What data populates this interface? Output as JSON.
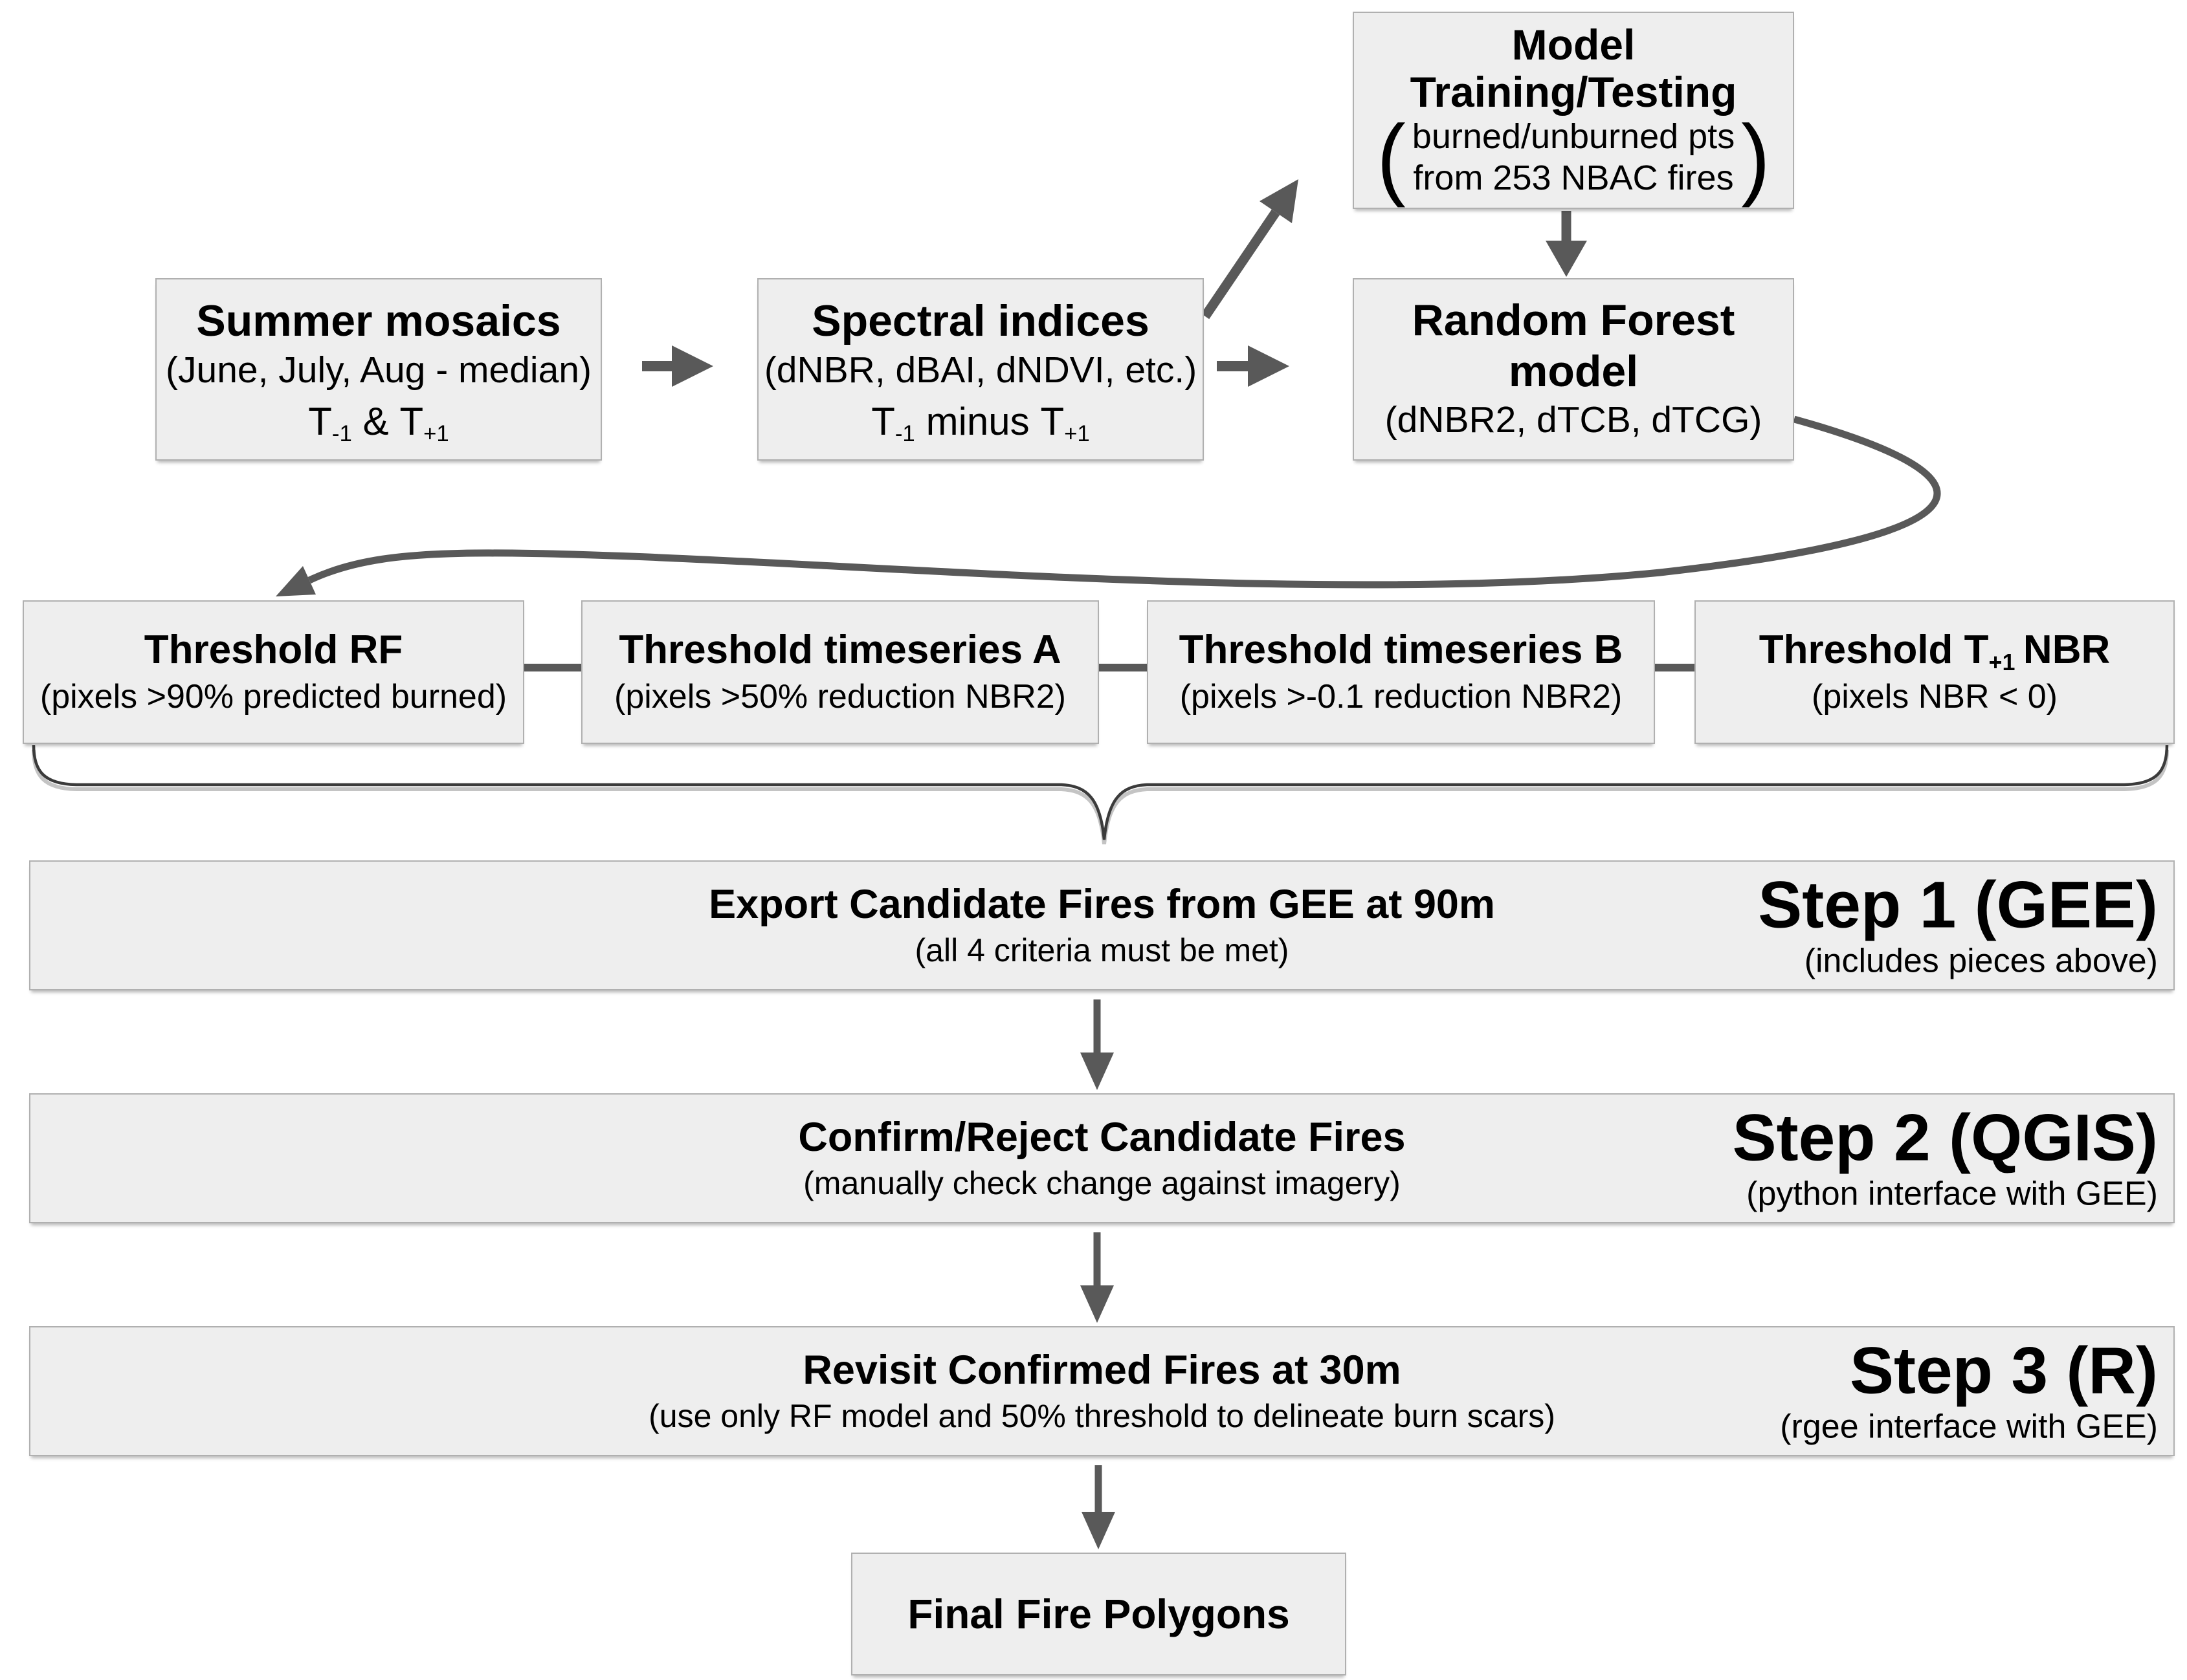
{
  "colors": {
    "box_fill": "#eeeeee",
    "box_border": "#b0b0b0",
    "arrow": "#595959",
    "brace": "#3b3b3b",
    "text": "#000000"
  },
  "row1": {
    "summer": {
      "title": "Summer mosaics",
      "subtitle": "(June, July, Aug - median)",
      "t1": "T",
      "s1": "-1",
      "mid": "&",
      "t2": "T",
      "s2": "+1"
    },
    "spectral": {
      "title": "Spectral indices",
      "subtitle": "(dNBR, dBAI, dNDVI, etc.)",
      "t1": "T",
      "s1": "-1",
      "mid": "minus",
      "t2": "T",
      "s2": "+1"
    },
    "training": {
      "title_line1": "Model",
      "title_line2": "Training/Testing",
      "paren_open": "(",
      "paren_line1": "burned/unburned pts",
      "paren_line2": "from 253 NBAC fires",
      "paren_close": ")"
    },
    "rf": {
      "title": "Random Forest model",
      "subtitle": "(dNBR2, dTCB, dTCG)"
    }
  },
  "thresholds": [
    {
      "title": "Threshold RF",
      "subtitle": "(pixels >90% predicted burned)"
    },
    {
      "title": "Threshold timeseries A",
      "subtitle": "(pixels >50% reduction NBR2)"
    },
    {
      "title": "Threshold timeseries B",
      "subtitle": "(pixels >-0.1 reduction NBR2)"
    },
    {
      "title_pre": "Threshold T",
      "title_sub": "+1",
      "title_post": "NBR",
      "subtitle": "(pixels NBR < 0)"
    }
  ],
  "steps": [
    {
      "title": "Export Candidate Fires from GEE at 90m",
      "subtitle": "(all 4 criteria must be met)",
      "step_label": "Step 1 (GEE)",
      "step_sub": "(includes pieces above)"
    },
    {
      "title": "Confirm/Reject Candidate Fires",
      "subtitle": "(manually check change against imagery)",
      "step_label": "Step 2 (QGIS)",
      "step_sub": "(python interface with GEE)"
    },
    {
      "title": "Revisit Confirmed Fires at 30m",
      "subtitle": "(use only RF model and 50% threshold to delineate burn scars)",
      "step_label": "Step 3 (R)",
      "step_sub": "(rgee interface with GEE)"
    }
  ],
  "final": {
    "title": "Final Fire Polygons"
  }
}
